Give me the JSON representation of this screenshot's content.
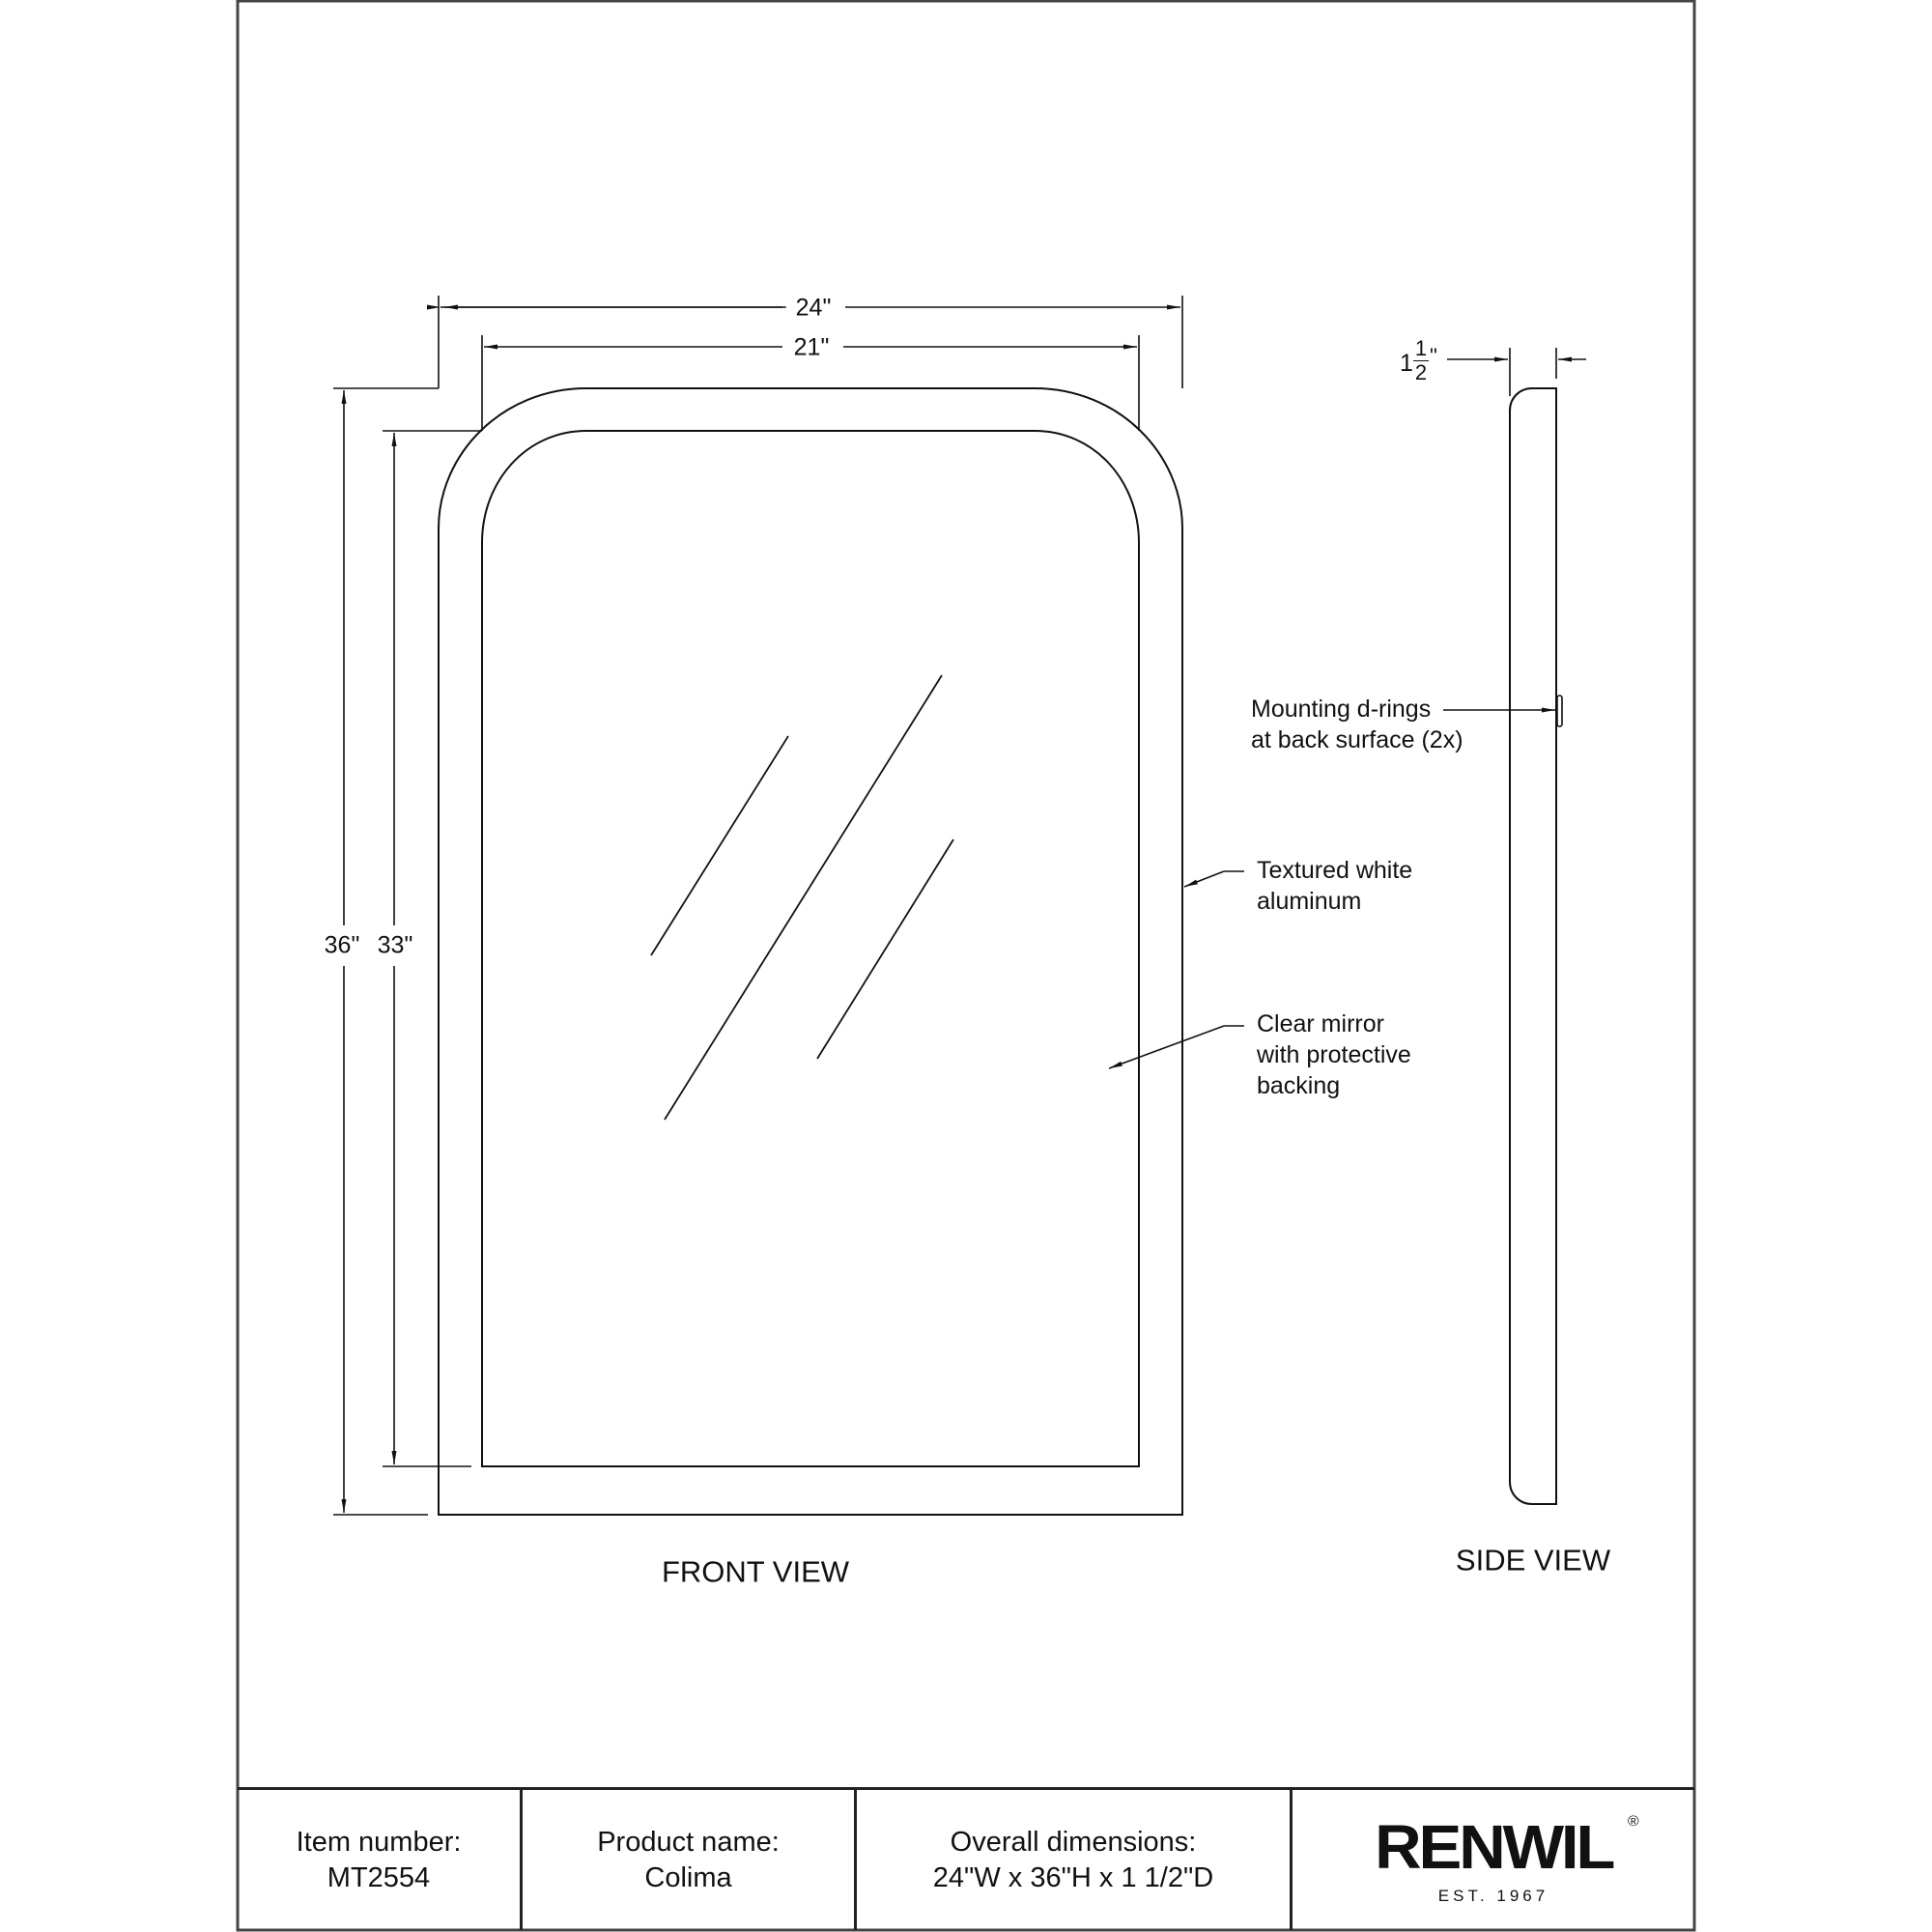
{
  "drawing": {
    "front_view_label": "FRONT VIEW",
    "side_view_label": "SIDE VIEW",
    "dimensions": {
      "overall_width": "24\"",
      "inner_width": "21\"",
      "overall_height": "36\"",
      "inner_height": "33\"",
      "depth_whole": "1",
      "depth_num": "1",
      "depth_den": "2",
      "depth_unit": "\""
    },
    "callouts": {
      "frame_line1": "Textured white",
      "frame_line2": "aluminum",
      "mirror_line1": "Clear mirror",
      "mirror_line2": "with protective",
      "mirror_line3": "backing",
      "drings_line1": "Mounting d-rings",
      "drings_line2": "at back surface (2x)"
    }
  },
  "title_block": {
    "item_label": "Item number:",
    "item_value": "MT2554",
    "product_label": "Product name:",
    "product_value": "Colima",
    "dims_label": "Overall dimensions:",
    "dims_value": "24\"W x 36\"H x 1 1/2\"D",
    "brand": "RENWIL",
    "brand_reg": "®",
    "brand_tagline": "EST. 1967"
  },
  "colors": {
    "line": "#111111",
    "border": "#222222",
    "background": "#ffffff"
  }
}
